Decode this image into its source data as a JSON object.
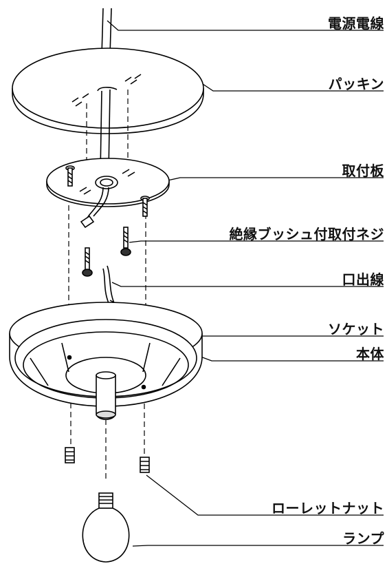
{
  "labels": {
    "power_cord": "電源電線",
    "packing": "パッキン",
    "mounting_plate": "取付板",
    "bushing_screw": "絶縁ブッシュ付取付ネジ",
    "lead_wire": "口出線",
    "body": "本体",
    "socket": "ソケット",
    "knurled_nut": "ローレットナット",
    "lamp": "ランプ"
  }
}
